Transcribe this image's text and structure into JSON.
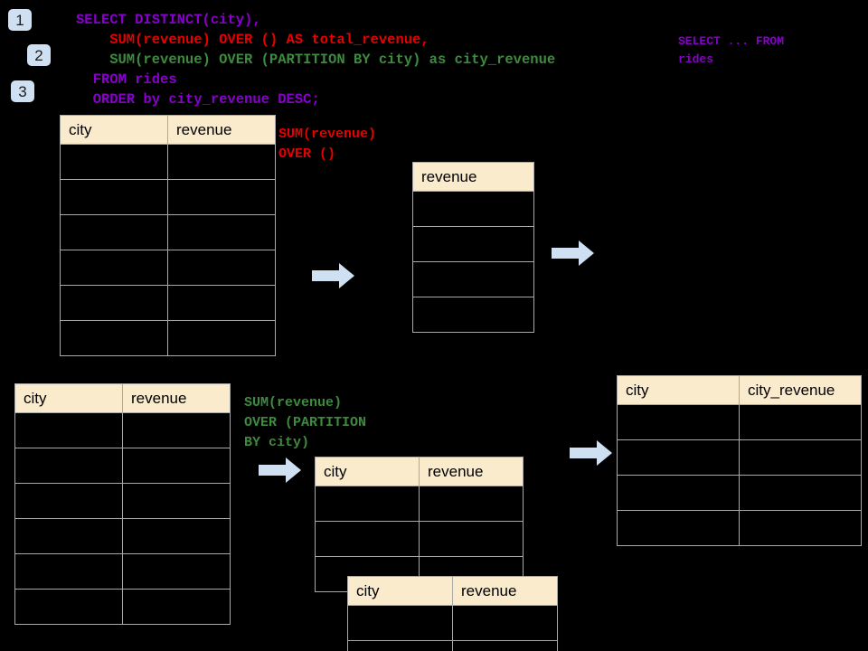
{
  "background_color": "#000000",
  "palette": {
    "badge_bg": "#cfe0f2",
    "header_bg": "#fbebcd",
    "border": "#a9a9a9",
    "arrow": "#cfe0f2",
    "purple": "#8800cc",
    "red": "#e60000",
    "green": "#3d8b3d"
  },
  "badges": [
    {
      "label": "1"
    },
    {
      "label": "2"
    },
    {
      "label": "3"
    }
  ],
  "sql": {
    "line1": "SELECT DISTINCT(city),",
    "line2": "    SUM(revenue) OVER () AS total_revenue,",
    "line3": "    SUM(revenue) OVER (PARTITION BY city) as city_revenue",
    "line4": "  FROM rides",
    "line5": "  ORDER by city_revenue DESC;",
    "side_note_line1": "SELECT ... FROM",
    "side_note_line2": "rides"
  },
  "annotations": {
    "total_revenue": "SUM(revenue)\nOVER ()",
    "city_revenue": "SUM(revenue)\nOVER (PARTITION\nBY city)"
  },
  "tables": {
    "source_top": {
      "name": "rides-source-table-top",
      "columns": [
        "city",
        "revenue"
      ],
      "row_count": 6,
      "rows": [
        [
          "",
          ""
        ],
        [
          "",
          ""
        ],
        [
          "",
          ""
        ],
        [
          "",
          ""
        ],
        [
          "",
          ""
        ],
        [
          "",
          ""
        ]
      ]
    },
    "total_revenue": {
      "name": "total-revenue-table",
      "columns": [
        "revenue"
      ],
      "row_count": 4,
      "rows": [
        [
          ""
        ],
        [
          ""
        ],
        [
          ""
        ],
        [
          ""
        ]
      ]
    },
    "source_bottom": {
      "name": "rides-source-table-bottom",
      "columns": [
        "city",
        "revenue"
      ],
      "row_count": 6,
      "rows": [
        [
          "",
          ""
        ],
        [
          "",
          ""
        ],
        [
          "",
          ""
        ],
        [
          "",
          ""
        ],
        [
          "",
          ""
        ],
        [
          "",
          ""
        ]
      ]
    },
    "partition_back": {
      "name": "partition-group-table-back",
      "columns": [
        "city",
        "revenue"
      ],
      "row_count": 3,
      "rows": [
        [
          "",
          ""
        ],
        [
          "",
          ""
        ],
        [
          "",
          ""
        ]
      ]
    },
    "partition_front": {
      "name": "partition-group-table-front",
      "columns": [
        "city",
        "revenue"
      ],
      "row_count": 2,
      "rows": [
        [
          "",
          ""
        ],
        [
          "",
          ""
        ]
      ]
    },
    "result": {
      "name": "result-table",
      "columns": [
        "city",
        "city_revenue"
      ],
      "row_count": 4,
      "rows": [
        [
          "",
          ""
        ],
        [
          "",
          ""
        ],
        [
          "",
          ""
        ],
        [
          "",
          ""
        ]
      ]
    }
  },
  "arrows": [
    {
      "name": "arrow-source-to-total"
    },
    {
      "name": "arrow-total-to-result"
    },
    {
      "name": "arrow-source-to-partition"
    },
    {
      "name": "arrow-partition-to-result"
    }
  ]
}
